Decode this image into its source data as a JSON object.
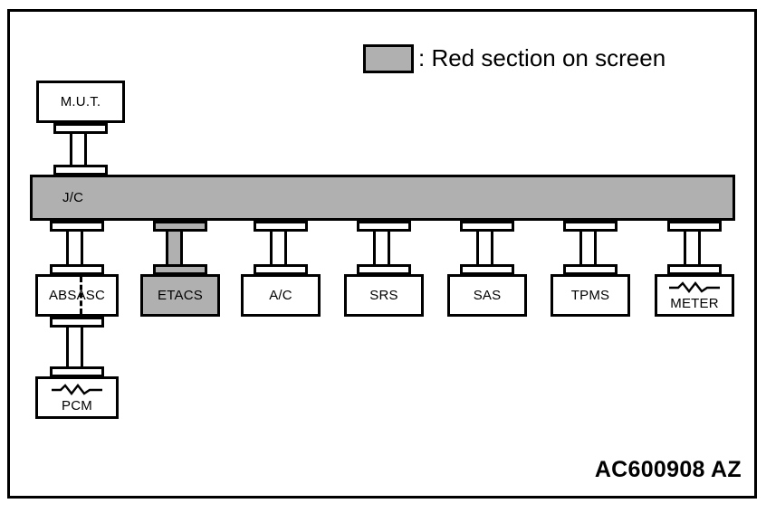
{
  "diagram": {
    "title": "AC600908 AZ",
    "legend": {
      "swatch_name": "gray-swatch",
      "text": ": Red section on screen",
      "color": "#b0b0b0"
    },
    "colors": {
      "highlight": "#b0b0b0",
      "line": "#000000",
      "background": "#ffffff"
    },
    "bus": {
      "label": "J/C",
      "highlighted": true
    },
    "nodes": [
      {
        "id": "mut",
        "label": "M.U.T.",
        "highlighted": false,
        "resistor": false,
        "dashed_divider": false
      },
      {
        "id": "absasc",
        "label": "ABS ASC",
        "highlighted": false,
        "resistor": false,
        "dashed_divider": true,
        "label_left": "ABS",
        "label_right": "ASC"
      },
      {
        "id": "pcm",
        "label": "PCM",
        "highlighted": false,
        "resistor": true,
        "dashed_divider": false
      },
      {
        "id": "etacs",
        "label": "ETACS",
        "highlighted": true,
        "resistor": false,
        "dashed_divider": false
      },
      {
        "id": "ac",
        "label": "A/C",
        "highlighted": false,
        "resistor": false,
        "dashed_divider": false
      },
      {
        "id": "srs",
        "label": "SRS",
        "highlighted": false,
        "resistor": false,
        "dashed_divider": false
      },
      {
        "id": "sas",
        "label": "SAS",
        "highlighted": false,
        "resistor": false,
        "dashed_divider": false
      },
      {
        "id": "tpms",
        "label": "TPMS",
        "highlighted": false,
        "resistor": false,
        "dashed_divider": false
      },
      {
        "id": "meter",
        "label": "METER",
        "highlighted": false,
        "resistor": true,
        "dashed_divider": false
      }
    ]
  }
}
